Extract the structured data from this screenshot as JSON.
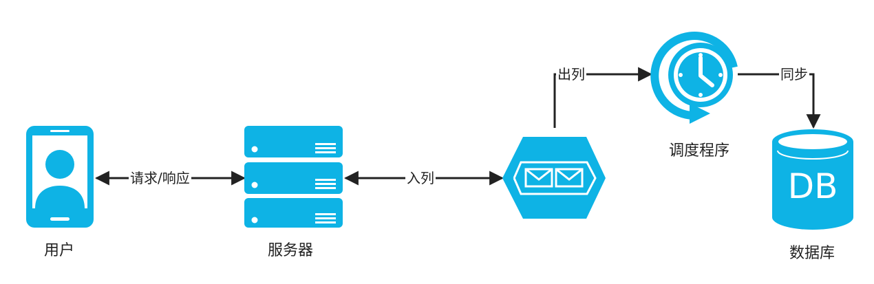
{
  "colors": {
    "icon": "#0eb3e5",
    "icon_light": "#ffffff",
    "line": "#222222"
  },
  "nodes": {
    "user": {
      "label": "用户",
      "icon": "phone-user-icon"
    },
    "server": {
      "label": "服务器",
      "icon": "server-stack-icon"
    },
    "queue": {
      "label": "",
      "icon": "message-queue-icon"
    },
    "scheduler": {
      "label": "调度程序",
      "icon": "clock-refresh-icon"
    },
    "database": {
      "label": "数据库",
      "icon": "database-icon",
      "icon_text": "DB"
    }
  },
  "edges": {
    "user_server": "请求/响应",
    "server_queue": "入列",
    "queue_scheduler": "出列",
    "scheduler_database": "同步"
  }
}
